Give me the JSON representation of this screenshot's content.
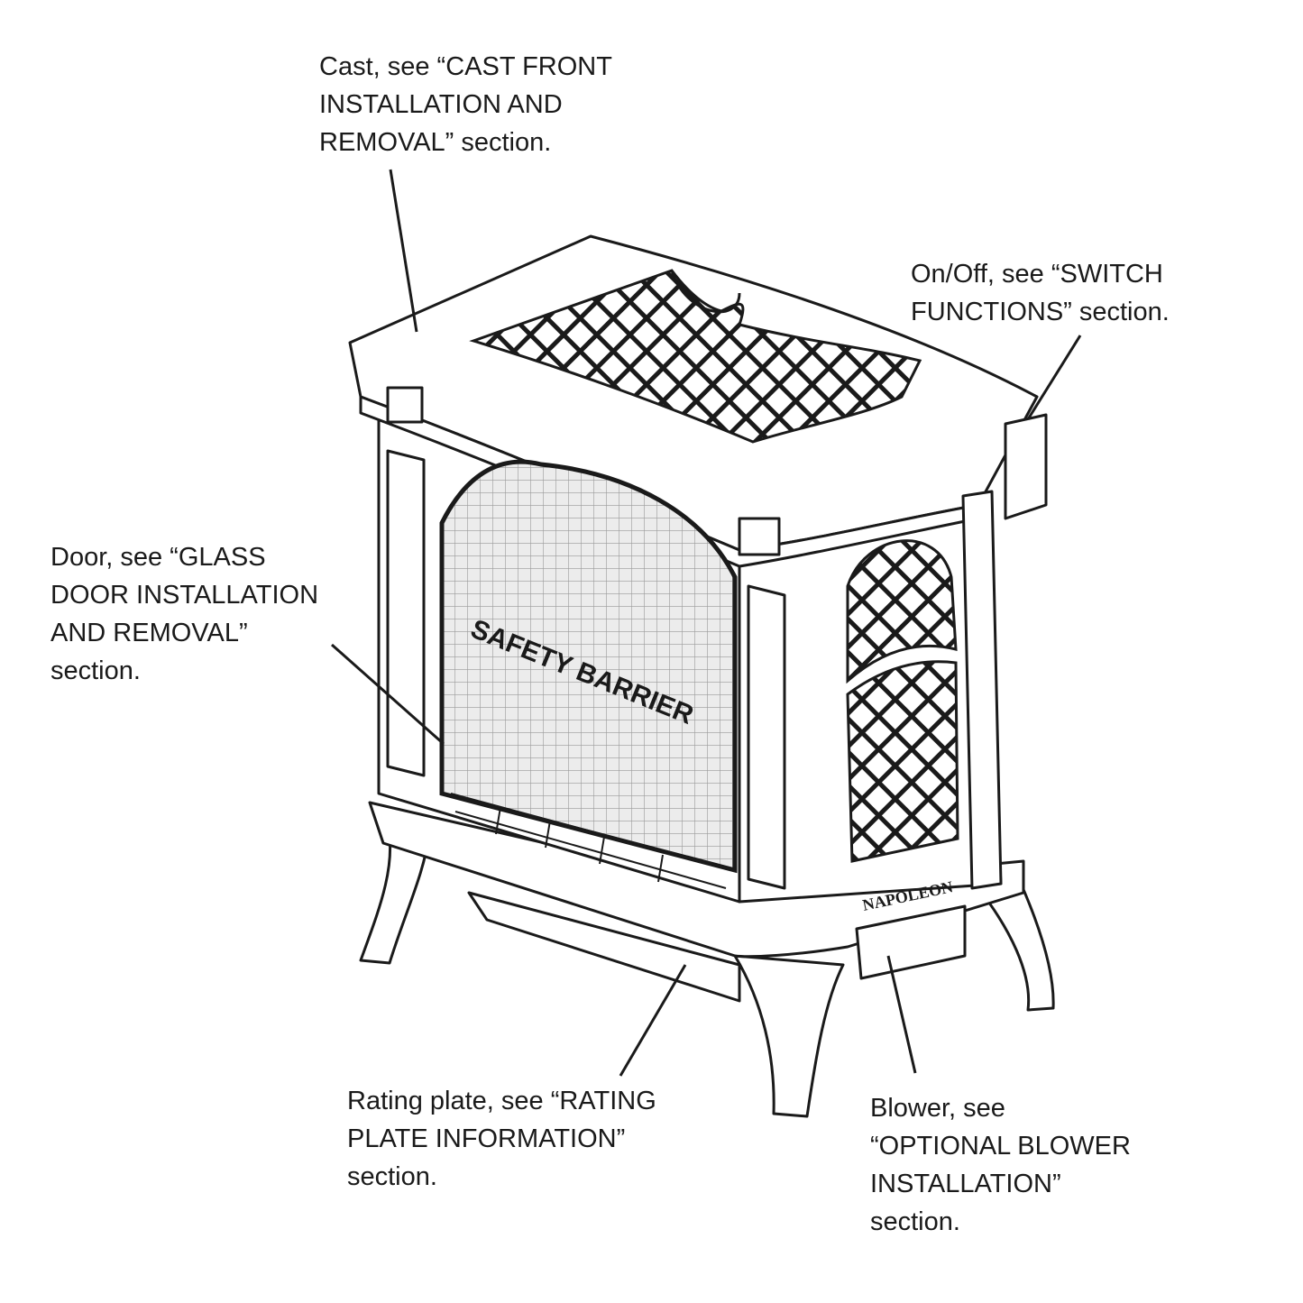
{
  "callouts": {
    "cast": [
      "Cast, see “CAST FRONT",
      "INSTALLATION AND",
      "REMOVAL” section."
    ],
    "switch": [
      "On/Off, see “SWITCH",
      "FUNCTIONS” section."
    ],
    "door": [
      "Door, see “GLASS",
      "DOOR INSTALLATION",
      "AND REMOVAL”",
      "section."
    ],
    "rating": [
      "Rating plate, see “RATING",
      "PLATE INFORMATION”",
      "section."
    ],
    "blower": [
      "Blower, see",
      "“OPTIONAL BLOWER",
      "INSTALLATION”",
      "section."
    ]
  },
  "stove": {
    "barrier_text": "SAFETY BARRIER",
    "brand": "NAPOLEON"
  },
  "colors": {
    "line": "#1a1a1a",
    "fill": "#ffffff",
    "barrier": "#e6e6e6"
  }
}
